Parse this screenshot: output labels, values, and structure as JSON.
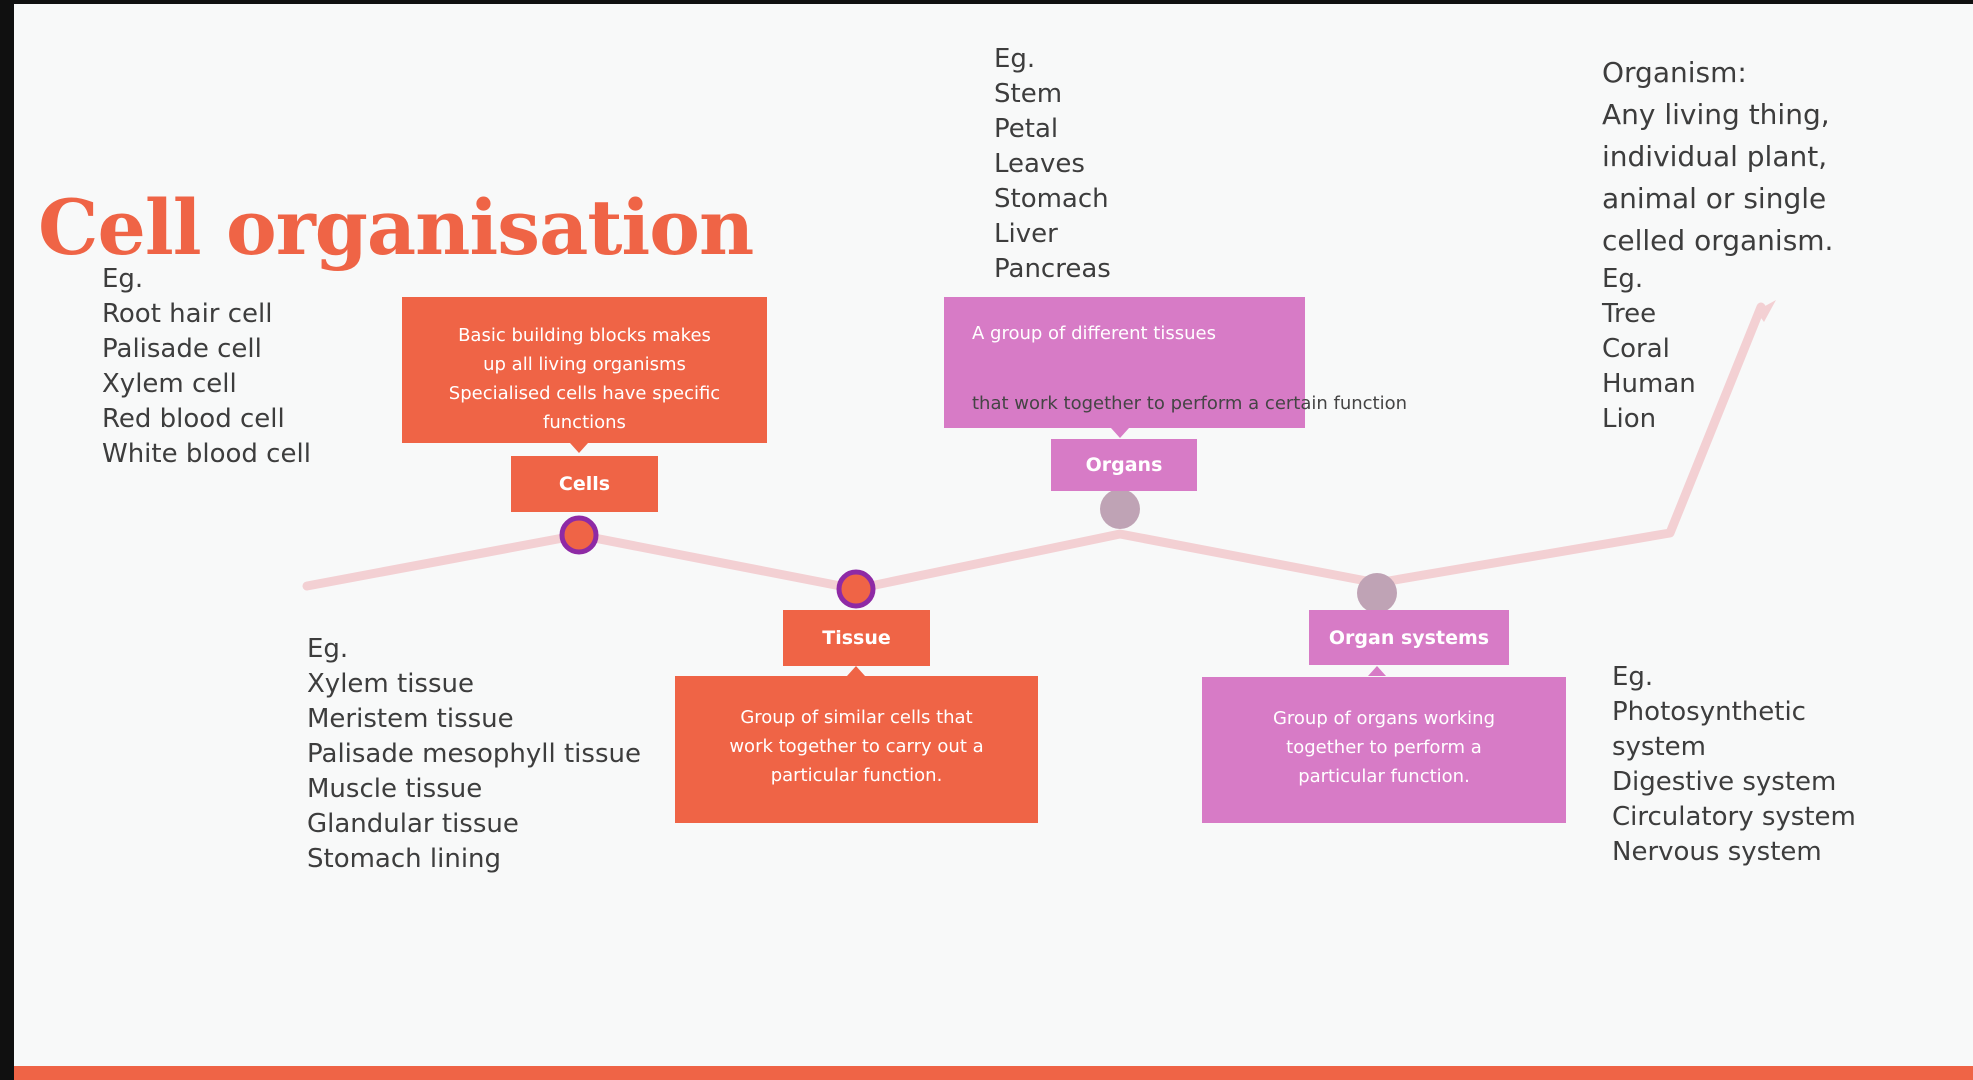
{
  "title": "Cell organisation",
  "colors": {
    "orange": "#ef6446",
    "pink": "#d77bc6",
    "line": "#f3d0d3",
    "marker_ring": "#8e2aa5",
    "node_grey": "#bfa3b5"
  },
  "stages": [
    {
      "name": "Cells",
      "description": [
        "Basic building blocks makes",
        "up all living organisms",
        "Specialised cells have specific",
        "functions"
      ]
    },
    {
      "name": "Tissue",
      "description": [
        "Group of similar cells that",
        "work together to carry out a",
        "particular function."
      ]
    },
    {
      "name": "Organs",
      "description": [
        "A group of different tissues",
        "that work together to perform a certain function"
      ]
    },
    {
      "name": "Organ systems",
      "description": [
        "Group of organs working",
        "together to perform a",
        "particular function."
      ]
    }
  ],
  "examples": {
    "cells": [
      "Eg.",
      "Root hair cell",
      "Palisade cell",
      "Xylem cell",
      "Red blood cell",
      "White blood cell"
    ],
    "tissue": [
      "Eg.",
      "Xylem tissue",
      "Meristem tissue",
      "Palisade mesophyll tissue",
      "Muscle tissue",
      "Glandular tissue",
      "Stomach lining"
    ],
    "organs": [
      "Eg.",
      "Stem",
      "Petal",
      "Leaves",
      "Stomach",
      "Liver",
      "Pancreas"
    ],
    "organ_systems": [
      "Eg.",
      "Photosynthetic",
      "system",
      "Digestive system",
      "Circulatory system",
      "Nervous system"
    ]
  },
  "organism": {
    "heading": "Organism:",
    "definition": [
      "Any living thing,",
      "individual plant,",
      "animal or single",
      "celled organism."
    ],
    "examples": [
      "Eg.",
      "Tree",
      "Coral",
      "Human",
      "Lion"
    ]
  }
}
